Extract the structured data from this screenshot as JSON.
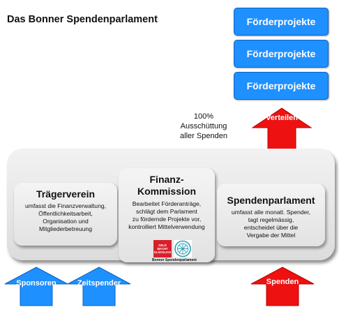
{
  "title": "Das Bonner Spendenparlament",
  "projects": [
    "Förderprojekte",
    "Förderprojekte",
    "Förderprojekte"
  ],
  "distribution_note": [
    "100%",
    "Ausschüttung",
    "aller Spenden"
  ],
  "arrows": {
    "verteilen": "Verteilen",
    "sponsoren": "Sponsoren",
    "zeitspender": "Zeitspender",
    "spenden": "Spenden"
  },
  "boxes": {
    "traeger": {
      "title": "Trägerverein",
      "lines": [
        "umfasst die Finanzverwaltung,",
        "Öffentlichkeitsarbeit,",
        "Organisation und",
        "Mitgliederbetreuung"
      ]
    },
    "finanz": {
      "title_lines": [
        "Finanz-",
        "Kommission"
      ],
      "lines": [
        "Bearbeitet Förderanträge,",
        "schlägt dem Parlament",
        "zu fördernde Projekte vor,",
        "kontrolliert Mittelverwendung"
      ]
    },
    "parlament": {
      "title": "Spendenparlament",
      "lines": [
        "umfasst alle monatl. Spender,",
        "tagt regelmässig,",
        "entscheidet über die",
        "Vergabe der Mittel"
      ]
    }
  },
  "logo": {
    "red_text": [
      "GELD MACHT",
      "GLÜCKLICH"
    ],
    "caption": "Bonner Spendenparlament"
  },
  "colors": {
    "project_blue": "#1e90ff",
    "arrow_red": "#ee1111",
    "arrow_blue": "#1e90ff",
    "logo_red": "#d8202a"
  }
}
